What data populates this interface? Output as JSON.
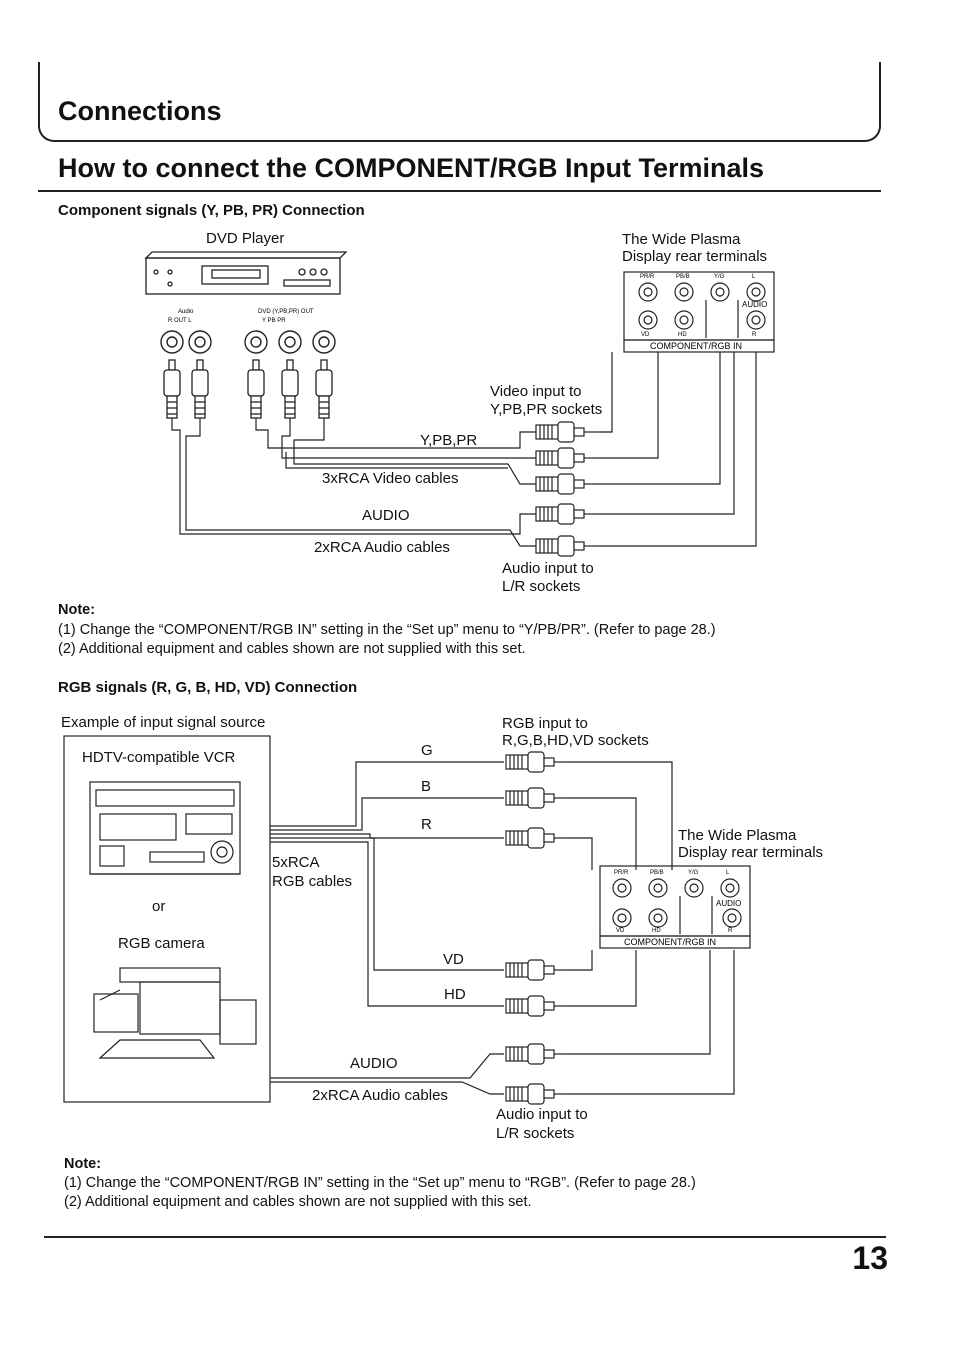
{
  "header": {
    "section_title": "Connections",
    "page_heading": "How to connect the COMPONENT/RGB Input Terminals"
  },
  "component": {
    "subtitle": "Component signals (Y, PB, PR) Connection",
    "dvd_label": "DVD Player",
    "display_label_1": "The Wide Plasma",
    "display_label_2": "Display rear terminals",
    "dvd_audio_out": "Audio",
    "dvd_audio_rl": "R  OUT  L",
    "dvd_video_out": "DVD (Y,PB,PR) OUT",
    "dvd_video_ypp": "Y     PB     PR",
    "video_input_1": "Video input to",
    "video_input_2": "Y,PB,PR sockets",
    "ypbpr": "Y,PB,PR",
    "video_cables": "3xRCA Video cables",
    "audio": "AUDIO",
    "audio_cables": "2xRCA Audio cables",
    "audio_input_1": "Audio input to",
    "audio_input_2": "L/R sockets",
    "note_title": "Note:",
    "note_1": "(1) Change the “COMPONENT/RGB IN” setting in the “Set up” menu to “Y/PB/PR”. (Refer to page 28.)",
    "note_2": "(2) Additional equipment and cables shown are not supplied with this set."
  },
  "terminal": {
    "pr_r": "PR/R",
    "pb_b": "PB/B",
    "y_g": "Y/G",
    "l": "L",
    "r": "R",
    "vd": "VD",
    "hd": "HD",
    "audio": "AUDIO",
    "panel": "COMPONENT/RGB IN"
  },
  "rgb": {
    "subtitle": "RGB signals (R, G, B, HD, VD) Connection",
    "example_label": "Example of input signal source",
    "vcr_label": "HDTV-compatible VCR",
    "or_label": "or",
    "camera_label": "RGB camera",
    "rgb_input_1": "RGB input to",
    "rgb_input_2": "R,G,B,HD,VD sockets",
    "g": "G",
    "b": "B",
    "r": "R",
    "vd": "VD",
    "hd": "HD",
    "cables_1": "5xRCA",
    "cables_2": "RGB cables",
    "display_label_1": "The Wide Plasma",
    "display_label_2": "Display rear terminals",
    "audio": "AUDIO",
    "audio_cables": "2xRCA Audio cables",
    "audio_input_1": "Audio input to",
    "audio_input_2": "L/R sockets",
    "note_title": "Note:",
    "note_1": "(1) Change the “COMPONENT/RGB IN” setting in the “Set up” menu to “RGB”. (Refer to page 28.)",
    "note_2": "(2) Additional equipment and cables shown are not supplied with this set."
  },
  "page_number": "13"
}
